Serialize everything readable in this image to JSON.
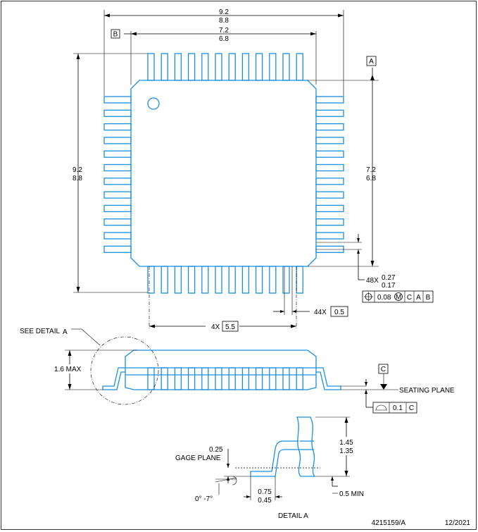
{
  "top_view": {
    "overall_width": {
      "max": "9.2",
      "min": "8.8"
    },
    "body_width": {
      "max": "7.2",
      "min": "6.8"
    },
    "overall_height": {
      "max": "9.2",
      "min": "8.8"
    },
    "body_height": {
      "max": "7.2",
      "min": "6.8"
    },
    "datum_a": "A",
    "datum_b": "B",
    "lead_width": {
      "prefix": "48X",
      "max": "0.27",
      "min": "0.17"
    },
    "position_tolerance": {
      "value": "0.08",
      "modifier": "M",
      "datums": [
        "C",
        "A",
        "B"
      ]
    },
    "pitch": {
      "prefix": "44X",
      "value": "0.5"
    },
    "span": {
      "prefix": "4X",
      "value": "5.5"
    },
    "lead_count_per_side": 12
  },
  "side_view": {
    "see_detail_label": "SEE DETAIL",
    "see_detail_letter": "A",
    "height_label": "1.6 MAX",
    "datum_c": "C",
    "seating_plane_label": "SEATING PLANE",
    "flatness": {
      "value": "0.1",
      "datum": "C"
    }
  },
  "detail_a": {
    "title": "DETAIL A",
    "standoff_label": "0.25",
    "gage_plane_label": "GAGE PLANE",
    "body_thickness": {
      "max": "1.45",
      "min": "1.35"
    },
    "foot_length": {
      "max": "0.75",
      "min": "0.45"
    },
    "lead_length_label": "0.5 MIN",
    "angle_label": "0° -7°"
  },
  "footer": {
    "doc_number": "4215159/A",
    "date": "12/2021"
  },
  "colors": {
    "package_outline": "#1a8fe0",
    "dimension": "#000000"
  }
}
